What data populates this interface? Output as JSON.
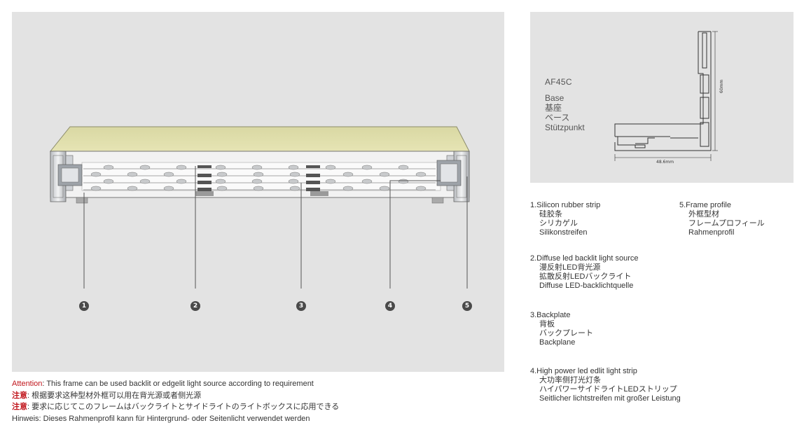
{
  "profile": {
    "model": "AF45C",
    "base_en": "Base",
    "base_cn": "基座",
    "base_jp": "ベース",
    "base_de": "Stützpunkt",
    "dim_height": "60mm",
    "dim_width": "48.6mm"
  },
  "callouts": [
    "1",
    "2",
    "3",
    "4",
    "5"
  ],
  "attention": {
    "label_en": "Attention",
    "text_en": ": This frame can be used backlit or edgelit light source according to requirement",
    "label_cn": "注意",
    "text_cn": ": 根据要求这种型材外框可以用在背光源或者侧光源",
    "label_jp": "注意",
    "text_jp": ": 要求に応じてこのフレームはバックライトとサイドライトのライトボックスに応用できる",
    "text_de": "Hinweis: Dieses Rahmenprofil kann für Hintergrund- oder Seitenlicht verwendet werden"
  },
  "legend": [
    {
      "title": "1.Silicon rubber strip",
      "cn": "硅胶条",
      "jp": "シリカゲル",
      "de": "Silikonstreifen"
    },
    {
      "title": "2.Diffuse led backlit light source",
      "cn": "漫反射LED背光源",
      "jp": "拡散反射LEDバックライト",
      "de": "Diffuse LED-backlichtquelle"
    },
    {
      "title": "3.Backplate",
      "cn": "背板",
      "jp": "バックプレート",
      "de": "Backplane"
    },
    {
      "title": "4.High power led edlit light strip",
      "cn": "大功率侧打光灯条",
      "jp": "ハイパワーサイドライトLEDストリップ",
      "de": "Seitlicher lichtstreifen mit großer Leistung"
    },
    {
      "title": "5.Frame profile",
      "cn": "外框型材",
      "jp": "フレームプロフィール",
      "de": "Rahmenprofil"
    }
  ]
}
